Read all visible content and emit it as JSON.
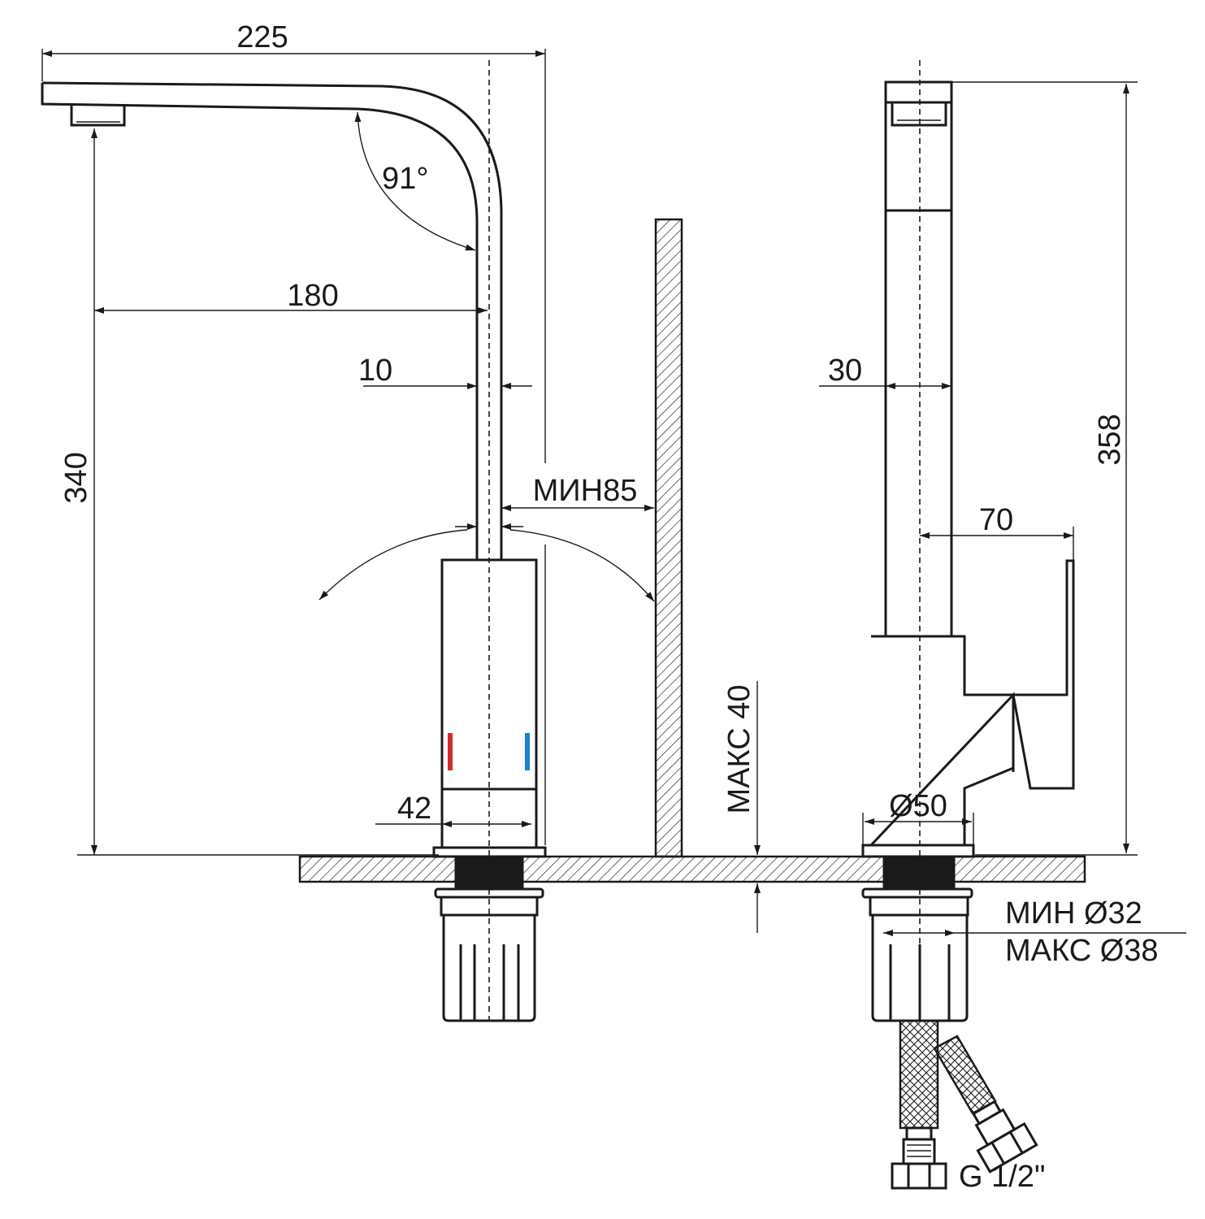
{
  "dimensions": {
    "spout_length": "225",
    "spout_angle": "91°",
    "reach": "180",
    "body_width_side": "10",
    "spout_height": "340",
    "min_wall_clearance": "МИН85",
    "base_diameter_side": "42",
    "max_countertop": "МАКС 40",
    "body_width_front": "30",
    "total_height": "358",
    "handle_reach": "70",
    "base_diameter_front": "Ø50",
    "hole_min": "МИН Ø32",
    "hole_max": "МАКС Ø38",
    "hose_thread": "G 1/2\""
  },
  "colors": {
    "line": "#1a1a1a",
    "hot_marker": "#d42a2a",
    "cold_marker": "#1f7fd0"
  }
}
